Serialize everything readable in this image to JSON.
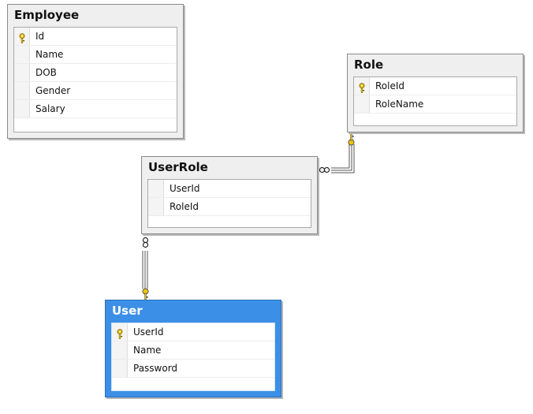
{
  "tables": {
    "employee": {
      "title": "Employee",
      "fields": [
        {
          "name": "Id",
          "pk": true
        },
        {
          "name": "Name",
          "pk": false
        },
        {
          "name": "DOB",
          "pk": false
        },
        {
          "name": "Gender",
          "pk": false
        },
        {
          "name": "Salary",
          "pk": false
        }
      ]
    },
    "role": {
      "title": "Role",
      "fields": [
        {
          "name": "RoleId",
          "pk": true
        },
        {
          "name": "RoleName",
          "pk": false
        }
      ]
    },
    "userrole": {
      "title": "UserRole",
      "fields": [
        {
          "name": "UserId",
          "pk": false
        },
        {
          "name": "RoleId",
          "pk": false
        }
      ]
    },
    "user": {
      "title": "User",
      "fields": [
        {
          "name": "UserId",
          "pk": true
        },
        {
          "name": "Name",
          "pk": false
        },
        {
          "name": "Password",
          "pk": false
        }
      ]
    }
  },
  "colors": {
    "selected_table": "#3c8fe6",
    "connector": "#555555",
    "key_icon": "#f2c500"
  },
  "icons": {
    "primary_key": "key-icon",
    "relationship_one": "key-icon",
    "relationship_many": "infinity-icon"
  }
}
